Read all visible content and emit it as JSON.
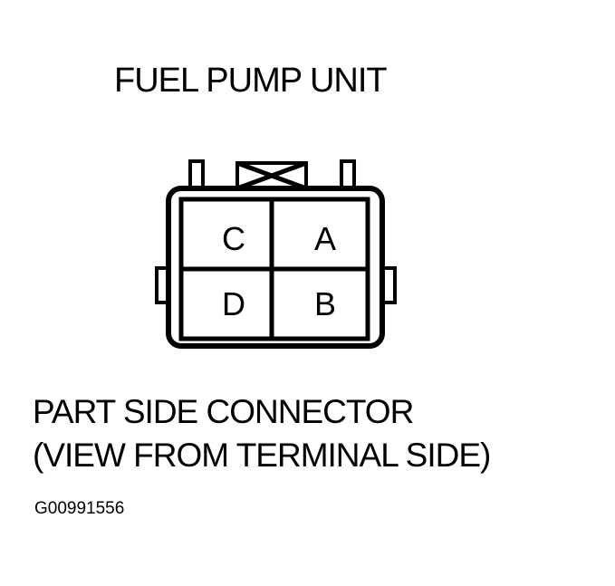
{
  "title": "FUEL PUMP UNIT",
  "connector": {
    "pins": {
      "top_left": "C",
      "top_right": "A",
      "bottom_left": "D",
      "bottom_right": "B"
    }
  },
  "caption": {
    "line1": "PART SIDE CONNECTOR",
    "line2": "(VIEW FROM TERMINAL SIDE)"
  },
  "figure_id": "G00991556"
}
